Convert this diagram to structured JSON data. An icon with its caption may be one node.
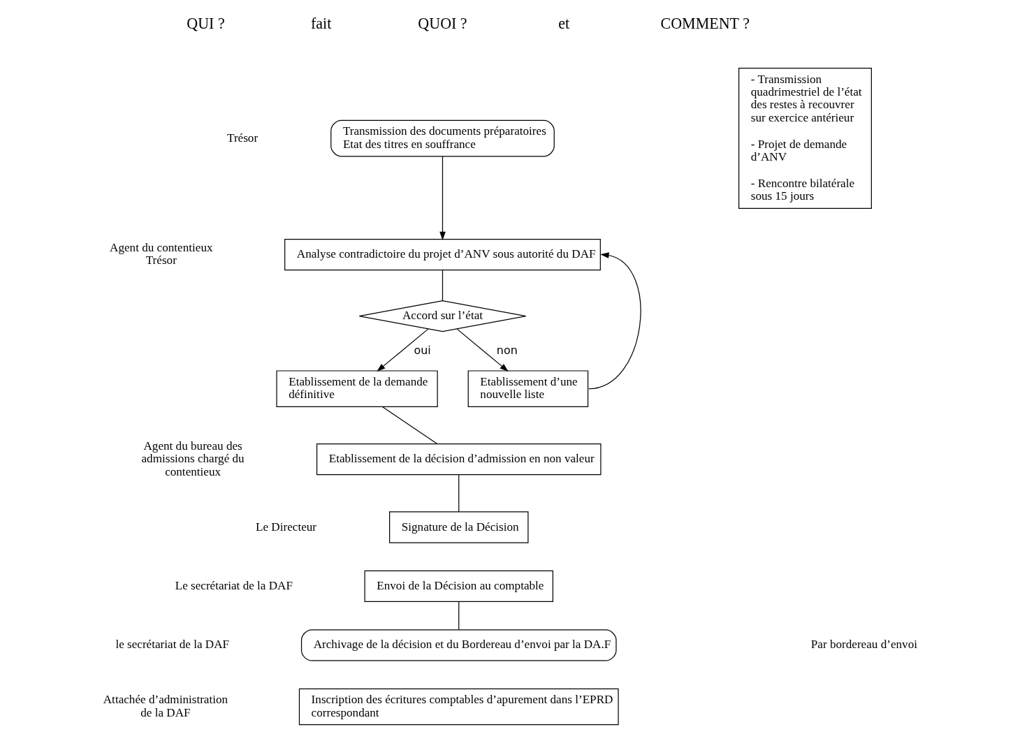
{
  "diagram": {
    "nodes": [
      {
        "text": [
          "Transmission des documents préparatoires",
          "Etat des titres en souffrance"
        ]
      },
      {
        "text": [
          "Analyse contradictoire du projet d’ANV sous autorité du DAF"
        ]
      },
      {
        "text": [
          "Accord sur l’état"
        ]
      },
      {
        "text": [
          "Etablissement de la demande définitive"
        ]
      },
      {
        "text": [
          "Etablissement d’une nouvelle liste"
        ]
      },
      {
        "text": [
          "Etablissement de la décision d’admission en non valeur"
        ]
      },
      {
        "text": [
          "Signature de la Décision"
        ]
      },
      {
        "text": [
          "Envoi de la Décision au comptable"
        ]
      },
      {
        "text": [
          "Archivage de la décision et du Bordereau d’envoi par la DA.F"
        ]
      },
      {
        "text": [
          "Inscription des écritures comptables d’apurement dans l’EPRD correspondant"
        ]
      },
      {
        "text": [
          "- Transmission quadrimestriel de l’état des restes à recouvrer sur exercice antérieur",
          "- Projet de demande d’ANV",
          "- Rencontre bilatérale sous 15 jours"
        ]
      }
    ],
    "edges": [
      {
        "from": 0,
        "to": 1,
        "arrow": "to"
      },
      {
        "from": 1,
        "to": 2,
        "arrow": "none"
      },
      {
        "from": 2,
        "to": 3,
        "arrow": "to",
        "label": "oui"
      },
      {
        "from": 2,
        "to": 4,
        "arrow": "to",
        "label": "non"
      },
      {
        "from": 4,
        "to": 1,
        "arrow": "to"
      },
      {
        "from": 3,
        "to": 5,
        "arrow": "none"
      },
      {
        "from": 5,
        "to": 6,
        "arrow": "none"
      },
      {
        "from": 7,
        "to": 8,
        "arrow": "none"
      }
    ],
    "labels": [
      "QUI ?",
      "fait",
      "QUOI ?",
      "et",
      "COMMENT ?",
      "Trésor",
      "Agent du contentieux Trésor",
      "Agent du bureau des admissions chargé du contentieux",
      "Le Directeur",
      "Le secrétariat de la DAF",
      "le secrétariat de la DAF",
      "Attachée d’administration de la DAF",
      "Par bordereau d’envoi"
    ]
  }
}
